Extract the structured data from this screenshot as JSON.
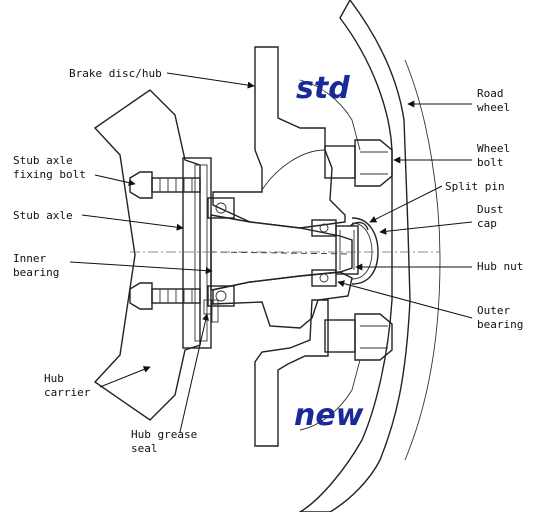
{
  "diagram": {
    "colors": {
      "std_part": "#5b7fd6",
      "new_hub": "#2fe07a",
      "new_disc": "#f39a1e",
      "text": "#111111",
      "tag_text": "#1b2a9a"
    },
    "tags": {
      "std": "std",
      "new": "new"
    },
    "labels": {
      "brake_disc_hub": "Brake disc/hub",
      "road_wheel_1": "Road",
      "road_wheel_2": "wheel",
      "stub_axle_bolt_1": "Stub axle",
      "stub_axle_bolt_2": "fixing bolt",
      "wheel_bolt_1": "Wheel",
      "wheel_bolt_2": "bolt",
      "split_pin": "Split pin",
      "stub_axle": "Stub axle",
      "dust_cap_1": "Dust",
      "dust_cap_2": "cap",
      "inner_bearing_1": "Inner",
      "inner_bearing_2": "bearing",
      "hub_nut": "Hub nut",
      "outer_bearing_1": "Outer",
      "outer_bearing_2": "bearing",
      "hub_carrier_1": "Hub",
      "hub_carrier_2": "carrier",
      "grease_seal_1": "Hub grease",
      "grease_seal_2": "seal"
    }
  }
}
